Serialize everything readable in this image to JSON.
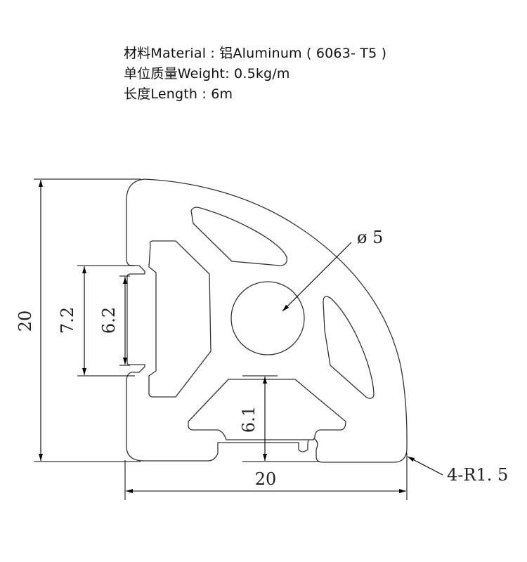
{
  "specs": {
    "material": "材料Material : 铝Aluminum ( 6063- T5 )",
    "weight": "单位质量Weight: 0.5kg/m",
    "length": "长度Length : 6m"
  },
  "dimensions": {
    "height": "20",
    "width": "20",
    "slot_opening_outer": "7.2",
    "slot_opening_inner": "6.2",
    "slot_depth": "6.1",
    "center_hole": "ø 5",
    "corner_radius": "4-R1. 5"
  },
  "colors": {
    "line": "#333333",
    "background": "#ffffff"
  }
}
